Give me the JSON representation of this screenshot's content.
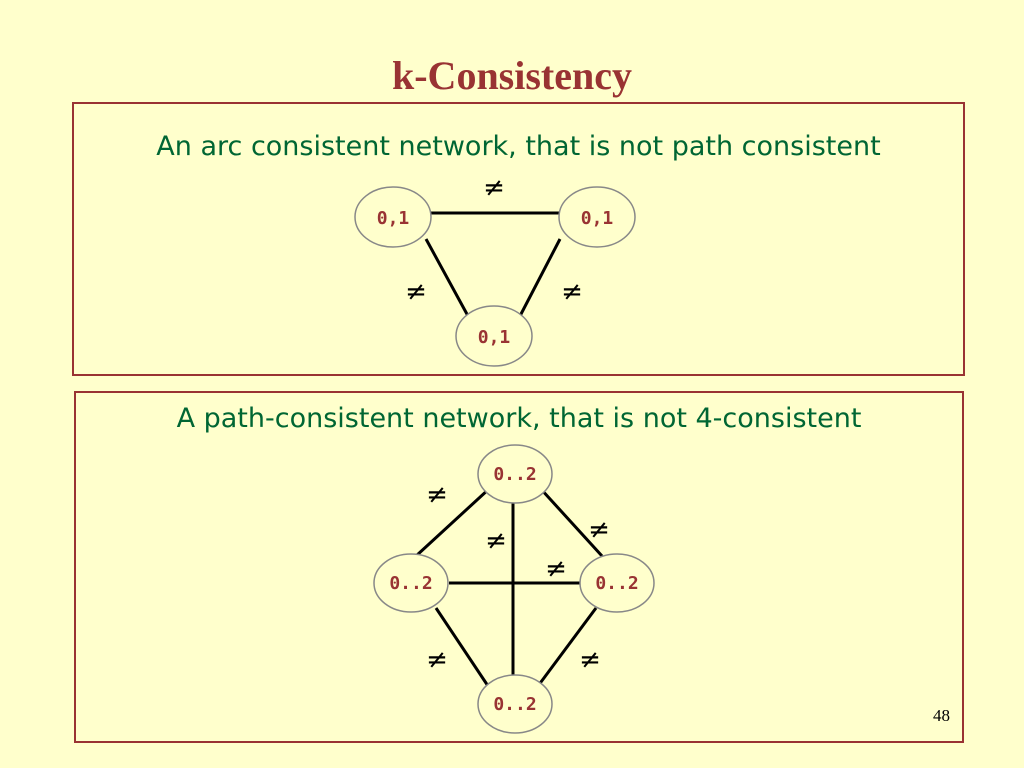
{
  "slide": {
    "title": "k-Consistency",
    "page_number": "48"
  },
  "colors": {
    "background": "#ffffcc",
    "title": "#993333",
    "border": "#993333",
    "caption": "#006633",
    "node_fill": "#ffffcc",
    "node_stroke": "#888888",
    "node_text": "#993333",
    "edge": "#000000"
  },
  "panel1": {
    "caption": "An arc consistent network, that is not path consistent",
    "nodes": [
      {
        "id": "n1",
        "label": "0,1"
      },
      {
        "id": "n2",
        "label": "0,1"
      },
      {
        "id": "n3",
        "label": "0,1"
      }
    ],
    "edges": [
      {
        "from": "n1",
        "to": "n2",
        "label": "≠"
      },
      {
        "from": "n1",
        "to": "n3",
        "label": "≠"
      },
      {
        "from": "n2",
        "to": "n3",
        "label": "≠"
      }
    ]
  },
  "panel2": {
    "caption": "A path-consistent network, that is not 4-consistent",
    "nodes": [
      {
        "id": "top",
        "label": "0..2"
      },
      {
        "id": "left",
        "label": "0..2"
      },
      {
        "id": "right",
        "label": "0..2"
      },
      {
        "id": "bottom",
        "label": "0..2"
      }
    ],
    "edges": [
      {
        "from": "top",
        "to": "left",
        "label": "≠"
      },
      {
        "from": "top",
        "to": "right",
        "label": "≠"
      },
      {
        "from": "top",
        "to": "bottom",
        "label": "≠"
      },
      {
        "from": "left",
        "to": "right",
        "label": "≠"
      },
      {
        "from": "left",
        "to": "bottom",
        "label": "≠"
      },
      {
        "from": "right",
        "to": "bottom",
        "label": "≠"
      }
    ]
  }
}
